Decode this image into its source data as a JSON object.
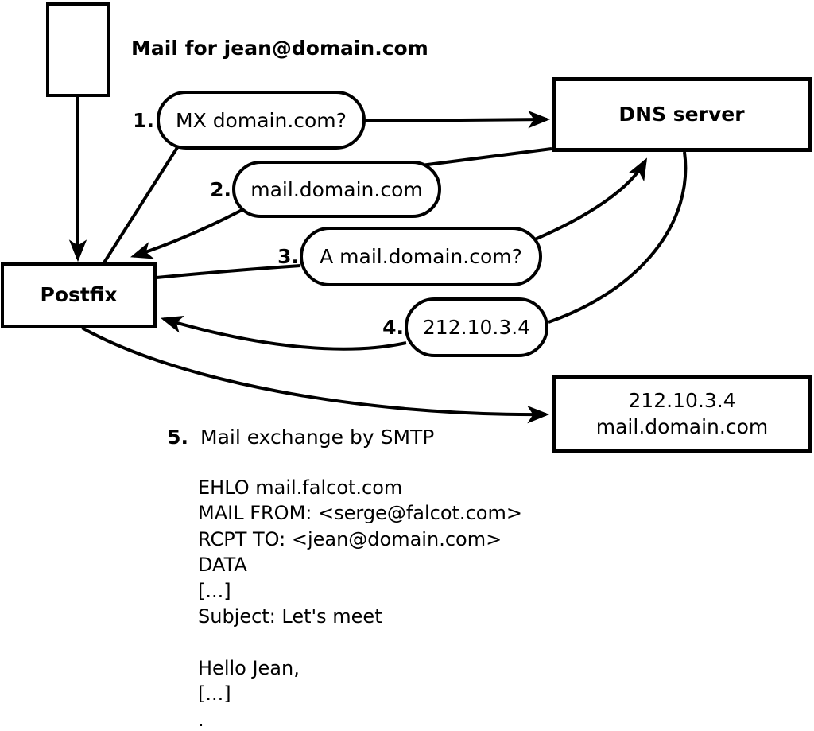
{
  "canvas": {
    "background": "#ffffff",
    "stroke_color": "#000000"
  },
  "header": {
    "title": "Mail for jean@domain.com"
  },
  "nodes": {
    "message": {
      "label": ""
    },
    "postfix": {
      "label": "Postfix"
    },
    "dns": {
      "label": "DNS server"
    },
    "mailserver": {
      "line1": "212.10.3.4",
      "line2": "mail.domain.com"
    }
  },
  "steps": [
    {
      "num": "1.",
      "label": "MX domain.com?"
    },
    {
      "num": "2.",
      "label": "mail.domain.com"
    },
    {
      "num": "3.",
      "label": "A mail.domain.com?"
    },
    {
      "num": "4.",
      "label": "212.10.3.4"
    },
    {
      "num": "5.",
      "label": "Mail exchange by SMTP"
    }
  ],
  "smtp_session": {
    "lines": [
      "EHLO mail.falcot.com",
      "MAIL FROM: <serge@falcot.com>",
      "RCPT TO: <jean@domain.com>",
      "DATA",
      "[...]",
      "Subject: Let's meet",
      "",
      "Hello Jean,",
      "[...]",
      "."
    ]
  }
}
